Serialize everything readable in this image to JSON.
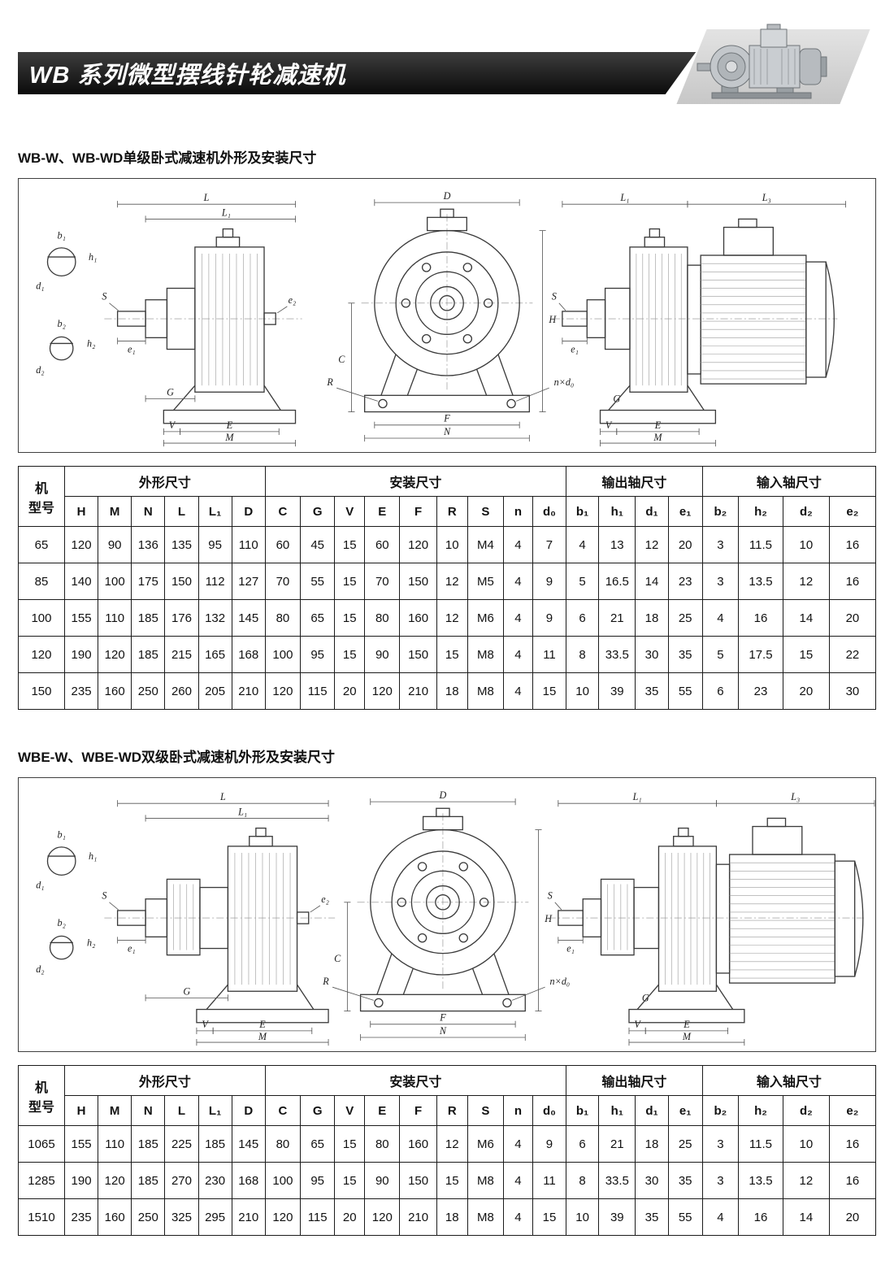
{
  "page": {
    "banner_title": "WB 系列微型摆线针轮减速机"
  },
  "sections": [
    {
      "title": "WB-W、WB-WD单级卧式减速机外形及安装尺寸"
    },
    {
      "title": "WBE-W、WBE-WD双级卧式减速机外形及安装尺寸"
    }
  ],
  "table": {
    "model_header_lines": [
      "机",
      "型号"
    ],
    "groups": [
      {
        "label": "外形尺寸",
        "cols": [
          "H",
          "M",
          "N",
          "L",
          "L₁",
          "D"
        ]
      },
      {
        "label": "安装尺寸",
        "cols": [
          "C",
          "G",
          "V",
          "E",
          "F",
          "R",
          "S",
          "n",
          "d₀"
        ]
      },
      {
        "label": "输出轴尺寸",
        "cols": [
          "b₁",
          "h₁",
          "d₁",
          "e₁"
        ]
      },
      {
        "label": "输入轴尺寸",
        "cols": [
          "b₂",
          "h₂",
          "d₂",
          "e₂"
        ]
      }
    ],
    "col_widths": [
      "5.4%",
      "3.9%",
      "3.9%",
      "3.9%",
      "3.9%",
      "3.9%",
      "3.9%",
      "4.1%",
      "4.0%",
      "3.5%",
      "4.1%",
      "4.3%",
      "3.6%",
      "4.2%",
      "3.4%",
      "3.9%",
      "3.8%",
      "4.3%",
      "3.8%",
      "4.0%",
      "4.2%",
      "5.2%",
      "5.4%",
      "5.4%"
    ]
  },
  "table1_rows": [
    [
      "65",
      "120",
      "90",
      "136",
      "135",
      "95",
      "110",
      "60",
      "45",
      "15",
      "60",
      "120",
      "10",
      "M4",
      "4",
      "7",
      "4",
      "13",
      "12",
      "20",
      "3",
      "11.5",
      "10",
      "16"
    ],
    [
      "85",
      "140",
      "100",
      "175",
      "150",
      "112",
      "127",
      "70",
      "55",
      "15",
      "70",
      "150",
      "12",
      "M5",
      "4",
      "9",
      "5",
      "16.5",
      "14",
      "23",
      "3",
      "13.5",
      "12",
      "16"
    ],
    [
      "100",
      "155",
      "110",
      "185",
      "176",
      "132",
      "145",
      "80",
      "65",
      "15",
      "80",
      "160",
      "12",
      "M6",
      "4",
      "9",
      "6",
      "21",
      "18",
      "25",
      "4",
      "16",
      "14",
      "20"
    ],
    [
      "120",
      "190",
      "120",
      "185",
      "215",
      "165",
      "168",
      "100",
      "95",
      "15",
      "90",
      "150",
      "15",
      "M8",
      "4",
      "11",
      "8",
      "33.5",
      "30",
      "35",
      "5",
      "17.5",
      "15",
      "22"
    ],
    [
      "150",
      "235",
      "160",
      "250",
      "260",
      "205",
      "210",
      "120",
      "115",
      "20",
      "120",
      "210",
      "18",
      "M8",
      "4",
      "15",
      "10",
      "39",
      "35",
      "55",
      "6",
      "23",
      "20",
      "30"
    ]
  ],
  "table2_rows": [
    [
      "1065",
      "155",
      "110",
      "185",
      "225",
      "185",
      "145",
      "80",
      "65",
      "15",
      "80",
      "160",
      "12",
      "M6",
      "4",
      "9",
      "6",
      "21",
      "18",
      "25",
      "3",
      "11.5",
      "10",
      "16"
    ],
    [
      "1285",
      "190",
      "120",
      "185",
      "270",
      "230",
      "168",
      "100",
      "95",
      "15",
      "90",
      "150",
      "15",
      "M8",
      "4",
      "11",
      "8",
      "33.5",
      "30",
      "35",
      "3",
      "13.5",
      "12",
      "16"
    ],
    [
      "1510",
      "235",
      "160",
      "250",
      "325",
      "295",
      "210",
      "120",
      "115",
      "20",
      "120",
      "210",
      "18",
      "M8",
      "4",
      "15",
      "10",
      "39",
      "35",
      "55",
      "4",
      "16",
      "14",
      "20"
    ]
  ],
  "drawing_labels": {
    "L": "L",
    "L1": "L₁",
    "L3": "L₃",
    "D": "D",
    "H": "H",
    "C": "C",
    "G": "G",
    "V": "V",
    "E": "E",
    "F": "F",
    "N": "N",
    "M": "M",
    "S": "S",
    "R": "R",
    "b1": "b₁",
    "h1": "h₁",
    "d1": "d₁",
    "e1": "e₁",
    "b2": "b₂",
    "h2": "h₂",
    "d2": "d₂",
    "e2": "e₂",
    "nxd0": "n×d₀"
  }
}
